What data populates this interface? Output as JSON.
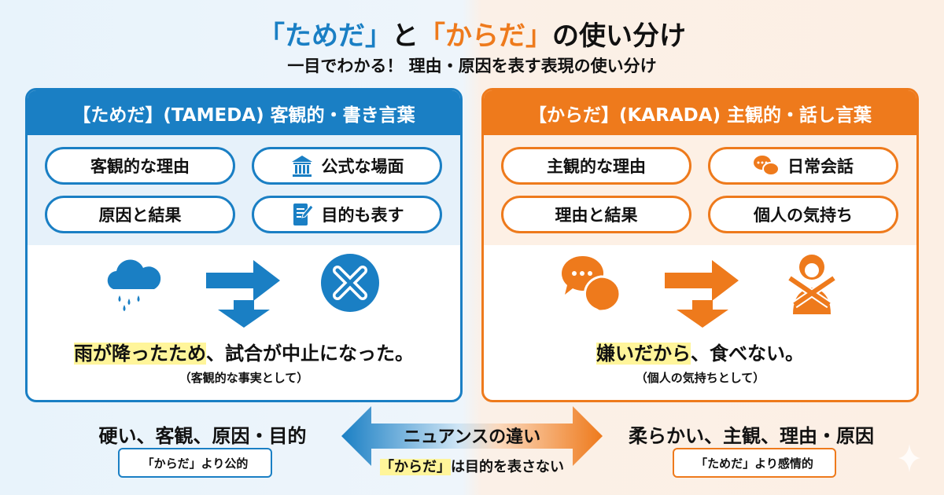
{
  "title": {
    "part1": "「ためだ」",
    "part2": "と",
    "part3": "「からだ」",
    "part4": "の使い分け"
  },
  "subtitle": "一目でわかる！ 理由・原因を表す表現の使い分け",
  "colors": {
    "tameda": "#1a7fc4",
    "karada": "#ee7a1c",
    "highlight": "#fff59a"
  },
  "tameda": {
    "header": "【ためだ】(TAMEDA) 客観的・書き言葉",
    "pills": [
      {
        "label": "客観的な理由"
      },
      {
        "label": "公式な場面",
        "icon": "bank-icon"
      },
      {
        "label": "原因と結果"
      },
      {
        "label": "目的も表す",
        "icon": "notebook-pen-icon"
      }
    ],
    "icons": [
      "rain-cloud-icon",
      "arrow-right-icon",
      "arrow-down-icon",
      "cancel-x-icon"
    ],
    "sentence_highlight": "雨が降ったため",
    "sentence_rest": "、試合が中止になった。",
    "note": "（客観的な事実として）"
  },
  "karada": {
    "header": "【からだ】(KARADA) 主観的・話し言葉",
    "pills": [
      {
        "label": "主観的な理由"
      },
      {
        "label": "日常会話",
        "icon": "chat-bubbles-icon"
      },
      {
        "label": "理由と結果"
      },
      {
        "label": "個人の気持ち"
      }
    ],
    "icons": [
      "chat-bubbles-icon",
      "arrow-right-icon",
      "arrow-down-icon",
      "person-refusing-icon"
    ],
    "sentence_highlight": "嫌いだから",
    "sentence_rest": "、食べない。",
    "note": "（個人の気持ちとして）"
  },
  "bottom": {
    "left_text": "硬い、客観、原因・目的",
    "left_badge": "「からだ」より公的",
    "center_label": "ニュアンスの違い",
    "center_note_highlight": "「からだ」",
    "center_note_rest": "は目的を表さない",
    "right_text": "柔らかい、主観、理由・原因",
    "right_badge": "「ためだ」より感情的"
  }
}
